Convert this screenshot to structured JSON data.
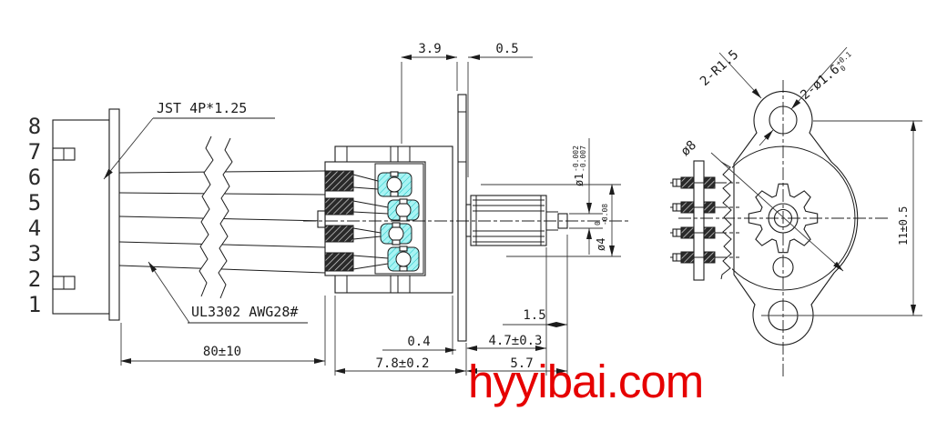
{
  "watermark": {
    "text": "hyyibai.com",
    "color": "#e60000"
  },
  "colors": {
    "line": "#1c1c1c",
    "terminal_highlight": "#a8f3f3",
    "terminal_hatch": "#15c2c2",
    "crimp_dark": "#2a2a2a"
  },
  "labels": {
    "connector": "JST 4P*1.25",
    "wire": "UL3302 AWG28#"
  },
  "pins": [
    "8",
    "7",
    "6",
    "5",
    "4",
    "3",
    "2",
    "1"
  ],
  "dimensions": {
    "top_depth": "3.9",
    "flange_thickness": "0.5",
    "wire_length": "80±10",
    "gap": "0.4",
    "body_length": "7.8±0.2",
    "shaft_length": "4.7±0.3",
    "shaft_total": "5.7",
    "gear_width": "1.5",
    "shaft_tip_dia": {
      "prefix": "ø1",
      "tol_top": "-0.002",
      "tol_bot": "-0.007"
    },
    "gear_dia": {
      "prefix": "ø4",
      "tol_top": "0",
      "tol_bot": "-0.08"
    },
    "ear_radius": "2-R1.5",
    "ear_hole_dia": {
      "prefix": "2-ø1.6",
      "tol_top": "+0.1",
      "tol_bot": "0"
    },
    "body_dia": "ø8",
    "hole_pitch": "11±0.5"
  }
}
